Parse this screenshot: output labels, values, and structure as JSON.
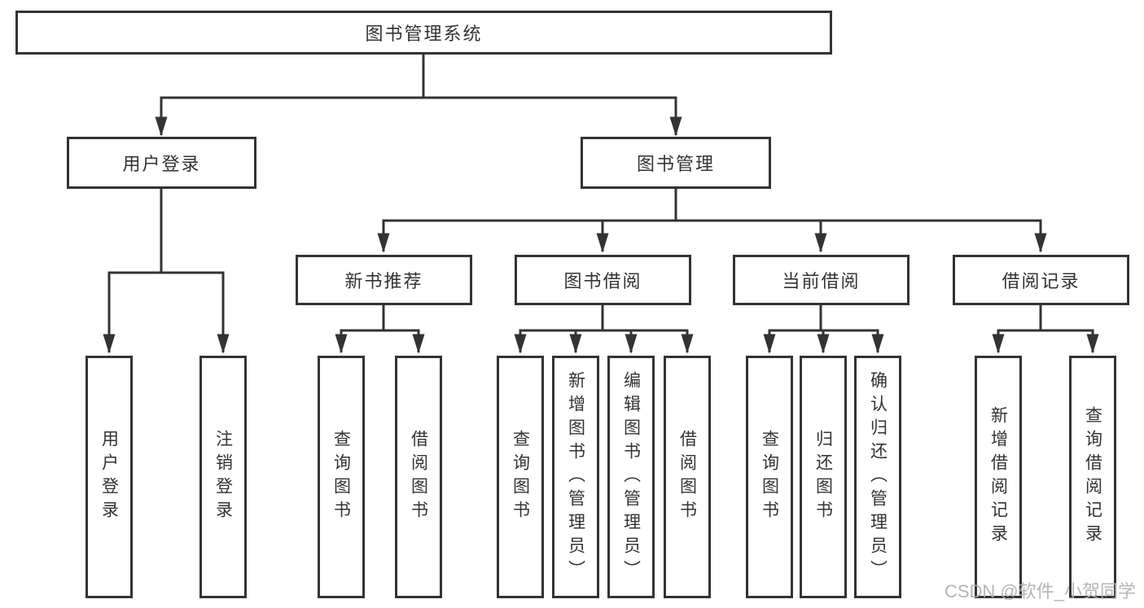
{
  "diagram": {
    "root": {
      "label": "图书管理系统",
      "children": [
        {
          "label": "用户登录",
          "children": [
            {
              "label": "用户登录"
            },
            {
              "label": "注销登录"
            }
          ]
        },
        {
          "label": "图书管理",
          "children": [
            {
              "label": "新书推荐",
              "children": [
                {
                  "label": "查询图书"
                },
                {
                  "label": "借阅图书"
                }
              ]
            },
            {
              "label": "图书借阅",
              "children": [
                {
                  "label": "查询图书"
                },
                {
                  "label": "新增图书（管理员）"
                },
                {
                  "label": "编辑图书（管理员）"
                },
                {
                  "label": "借阅图书"
                }
              ]
            },
            {
              "label": "当前借阅",
              "children": [
                {
                  "label": "查询图书"
                },
                {
                  "label": "归还图书"
                },
                {
                  "label": "确认归还（管理员）"
                }
              ]
            },
            {
              "label": "借阅记录",
              "children": [
                {
                  "label": "新增借阅记录"
                },
                {
                  "label": "查询借阅记录"
                }
              ]
            }
          ]
        }
      ]
    },
    "colors": {
      "line": "#333333",
      "box_border": "#333333",
      "text": "#333333",
      "watermark": "#b0b0b0",
      "background": "#ffffff"
    }
  },
  "watermark": {
    "text": "CSDN @软件_小贺同学"
  }
}
